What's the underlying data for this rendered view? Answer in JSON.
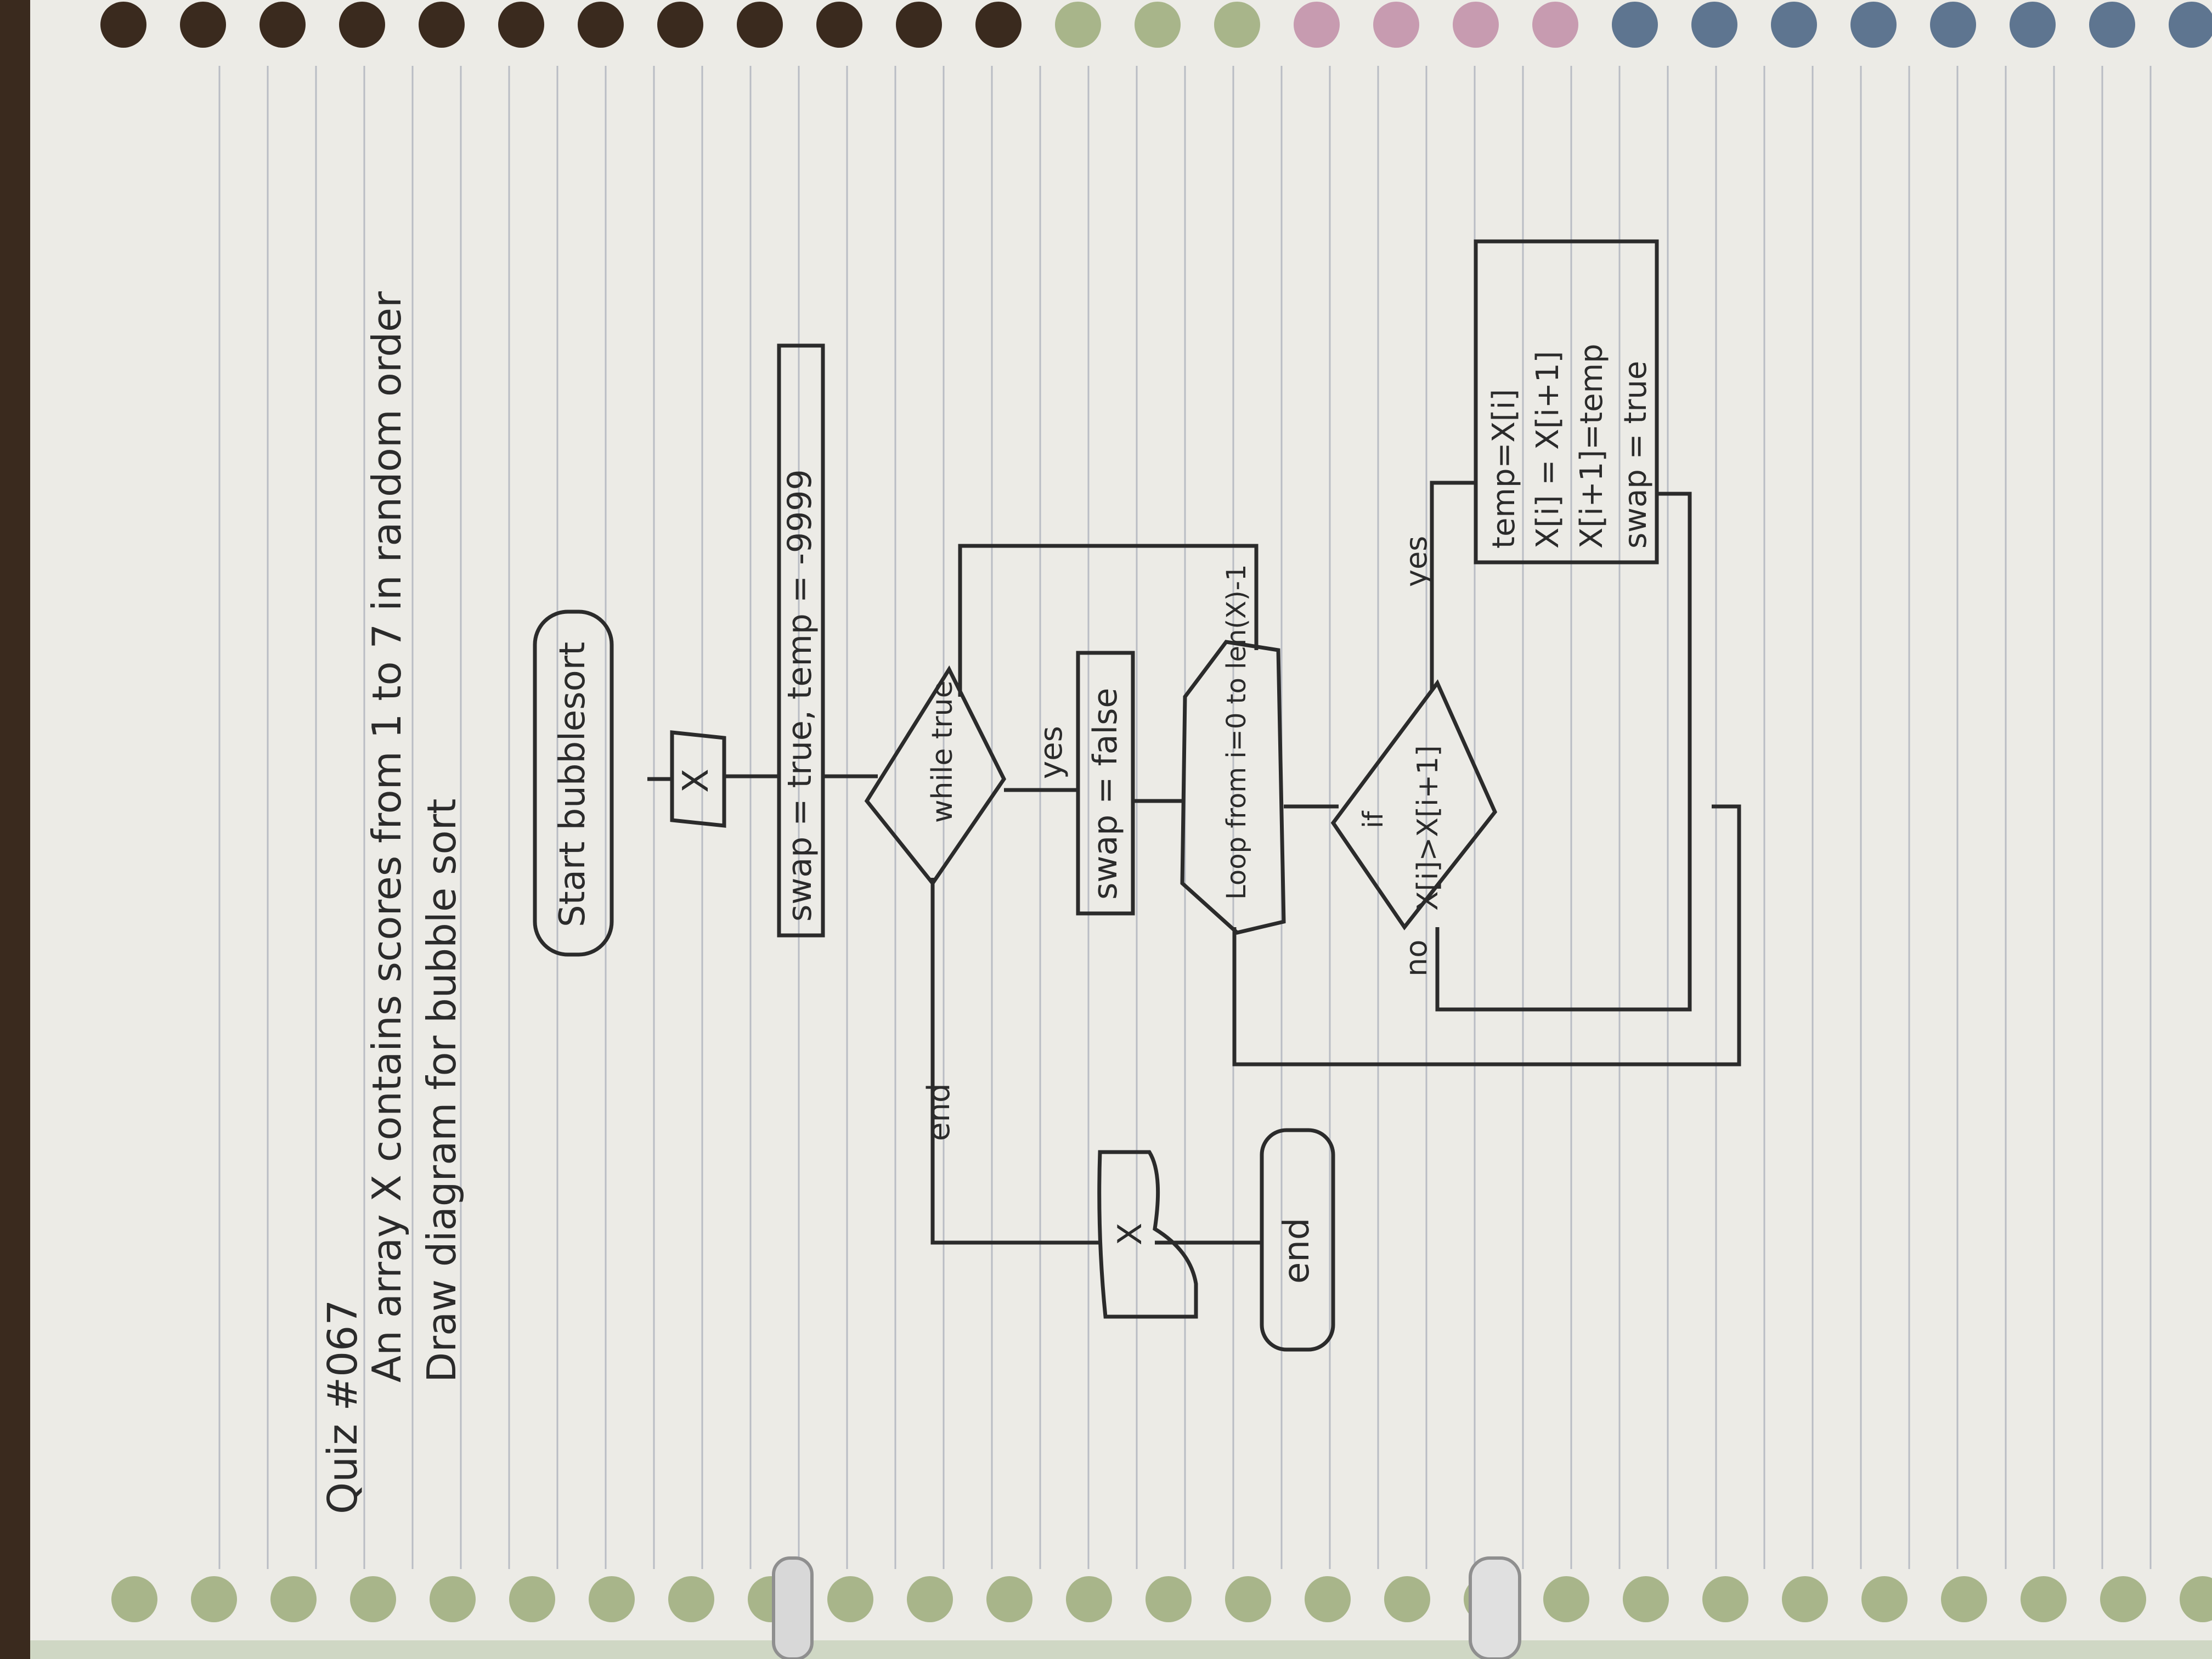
{
  "quiz_title": "Quiz #067",
  "question_line1": "An array X contains scores from 1 to 7 in random order",
  "question_line2": "Draw diagram for bubble sort",
  "flow": {
    "start": "Start bubblesort",
    "input": "X",
    "init": "swap = true, temp = -9999",
    "while_cond": "while true",
    "yes_label": "yes",
    "end_label": "end",
    "set_swap_false": "swap = false",
    "loop": "Loop from i=0 to len(X)-1",
    "if_label": "if",
    "compare": "X[i]>X[i+1]",
    "if_yes": "yes",
    "if_no": "no",
    "swap_lines": [
      "temp=X[i]",
      "X[i] = X[i+1]",
      "X[i+1]=temp",
      "swap = true"
    ],
    "output": "X",
    "terminal_end": "end"
  },
  "colors": {
    "paper": "#ecebe6",
    "rule_line": "#b9bcc4",
    "ink": "#2b2b2b",
    "table": "#3a2a1e",
    "hole_green": "#a8b58a",
    "hole_pink": "#c79bb0",
    "hole_blue": "#5e7590",
    "ring": "#c9c9c9"
  }
}
